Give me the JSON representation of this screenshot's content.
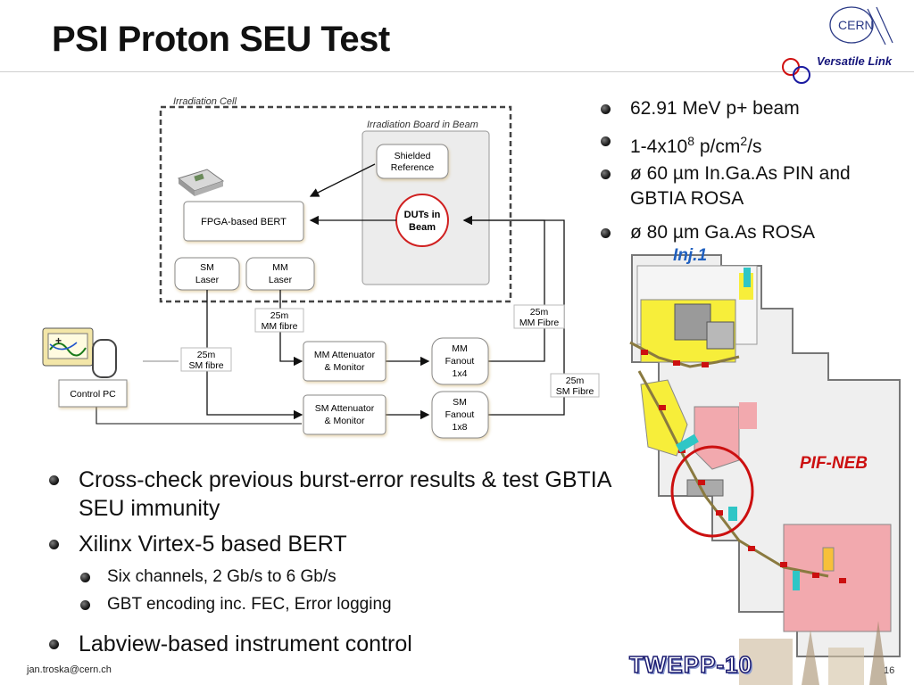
{
  "title": "PSI Proton SEU Test",
  "logo": {
    "cern_text": "CERN",
    "versatile_link": "Versatile Link"
  },
  "right_bullets": [
    {
      "pre": "62.91 MeV p+ beam"
    },
    {
      "pre": "1-4x10",
      "sup1": "8",
      "mid": " p/cm",
      "sup2": "2",
      "post": "/s"
    },
    {
      "pre": "ø 60 µm In.Ga.As PIN and GBTIA ROSA"
    },
    {
      "pre": "ø 80 µm Ga.As ROSA"
    }
  ],
  "diagram": {
    "irradiation_cell": "Irradiation Cell",
    "irradiation_board": "Irradiation Board in Beam",
    "shielded_reference": [
      "Shielded",
      "Reference"
    ],
    "duts": [
      "DUTs in",
      "Beam"
    ],
    "fpga_bert": "FPGA-based BERT",
    "sm_laser": [
      "SM",
      "Laser"
    ],
    "mm_laser": [
      "MM",
      "Laser"
    ],
    "mm_fibre_25": [
      "25m",
      "MM fibre"
    ],
    "sm_fibre_25": [
      "25m",
      "SM fibre"
    ],
    "mm_fibre_right": [
      "25m",
      "MM Fibre"
    ],
    "sm_fibre_right": [
      "25m",
      "SM Fibre"
    ],
    "mm_attenuator": [
      "MM Attenuator",
      "& Monitor"
    ],
    "sm_attenuator": [
      "SM Attenuator",
      "& Monitor"
    ],
    "mm_fanout": [
      "MM",
      "Fanout",
      "1x4"
    ],
    "sm_fanout": [
      "SM",
      "Fanout",
      "1x8"
    ],
    "control_pc": "Control PC"
  },
  "map": {
    "inj_label": "Inj.1",
    "pif_label": "PIF-NEB"
  },
  "bottom_bullets": [
    {
      "text": "Cross-check previous burst-error results & test GBTIA SEU immunity"
    },
    {
      "text": "Xilinx Virtex-5 based BERT",
      "sub": [
        "Six channels, 2 Gb/s to 6 Gb/s",
        "GBT encoding inc. FEC, Error logging"
      ]
    },
    {
      "text": "Labview-based instrument control"
    }
  ],
  "footer": {
    "email": "jan.troska@cern.ch",
    "event": "TWEPP-10",
    "page": "16"
  }
}
